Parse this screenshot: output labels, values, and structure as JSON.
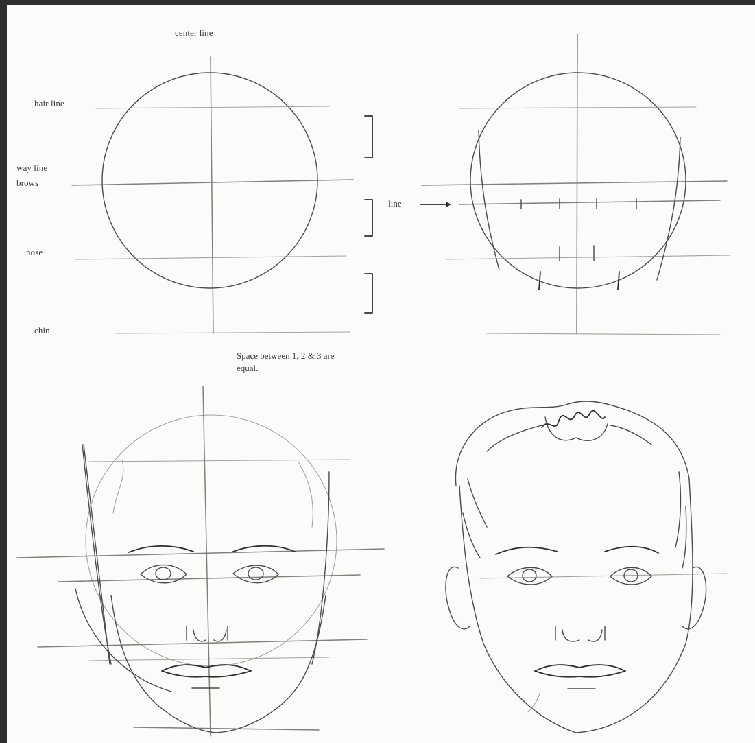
{
  "labels": {
    "center_line": "center line",
    "hair_line": "hair line",
    "brow_line": "way line",
    "brow_line_2": "brows",
    "nose": "nose",
    "chin": "chin",
    "eye_line": "line"
  },
  "note": {
    "line1": "Space between 1, 2 & 3 are",
    "line2": "equal."
  }
}
